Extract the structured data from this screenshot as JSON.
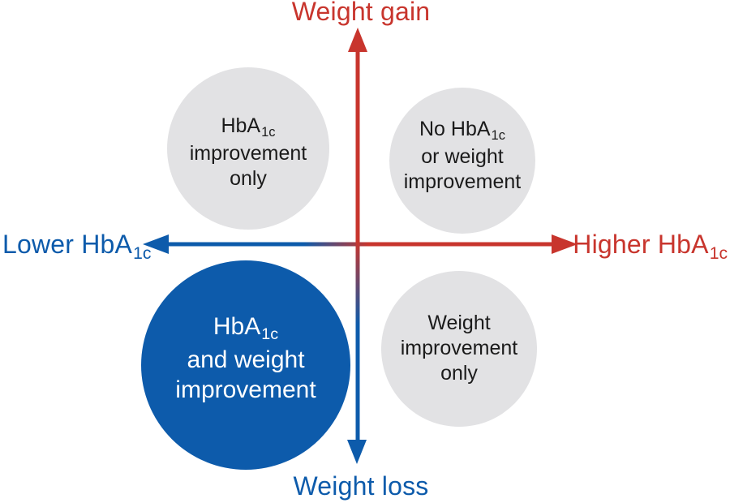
{
  "diagram": {
    "description": "Quadrant diagram of HbA1c change vs weight change",
    "type": "quadrant"
  },
  "colors": {
    "red": "#c8352d",
    "blue": "#0d5bab",
    "gray": "#e2e2e4",
    "dark_text": "#1b1b1b",
    "white": "#ffffff"
  },
  "axes": {
    "top_label": "Weight gain",
    "bottom_label": "Weight loss",
    "left_label": {
      "pre": "Lower HbA",
      "sub": "1c"
    },
    "right_label": {
      "pre": "Higher HbA",
      "sub": "1c"
    }
  },
  "bubbles": {
    "top_left": {
      "line1_pre": "HbA",
      "line1_sub": "1c",
      "line2": "improvement",
      "line3": "only",
      "fill": "gray"
    },
    "top_right": {
      "line1_pre": "No HbA",
      "line1_sub": "1c",
      "line2": "or weight",
      "line3": "improvement",
      "fill": "gray"
    },
    "bottom_left": {
      "line1_pre": "HbA",
      "line1_sub": "1c",
      "line2": "and weight",
      "line3": "improvement",
      "fill": "blue"
    },
    "bottom_right": {
      "line1": "Weight",
      "line2": "improvement",
      "line3": "only",
      "fill": "gray"
    }
  }
}
